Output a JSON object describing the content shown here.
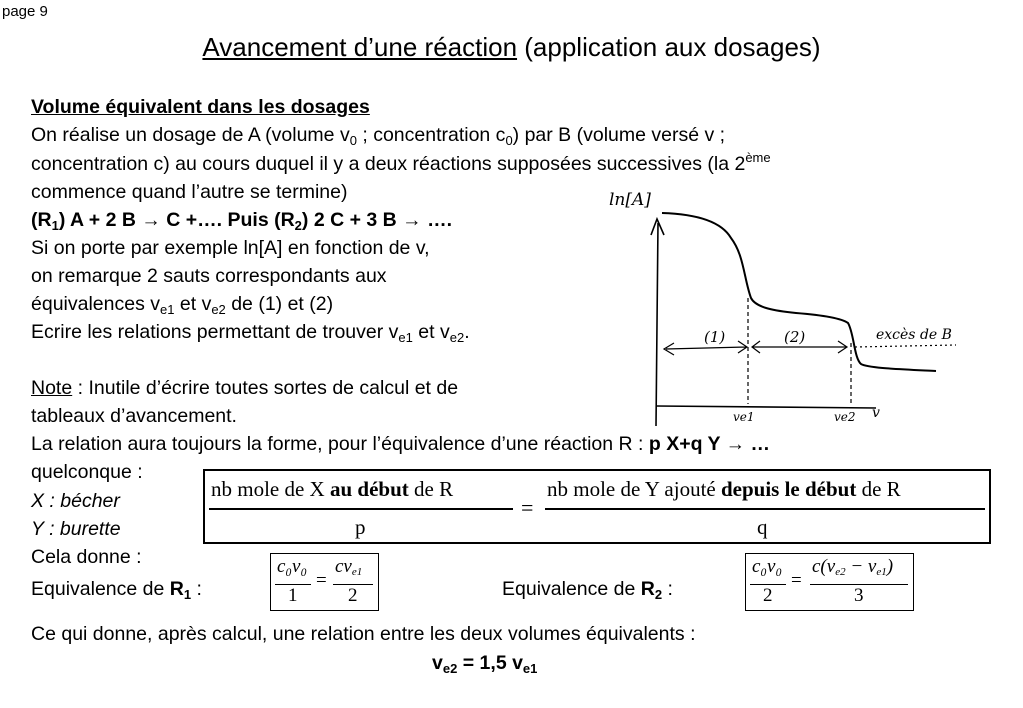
{
  "page_label": "page 9",
  "title": {
    "underlined": "Avancement d’une réaction",
    "rest": " (application aux dosages)"
  },
  "section_heading": "Volume équivalent dans les dosages",
  "intro": {
    "l1a": "On réalise un dosage de A (volume v",
    "l1s1": "0",
    "l1b": " ; concentration c",
    "l1s2": "0",
    "l1c": ") par B (volume versé v ;",
    "l2a": "concentration c) au cours duquel il y a deux réactions supposées successives (la 2",
    "l2sup": "ème",
    "l3": "commence quand l’autre se termine)"
  },
  "reactions": {
    "r1a": "(R",
    "r1s": "1",
    "r1b": ")  A + 2 B → C +….    Puis    (R",
    "r2s": "2",
    "r2b": ")   2 C + 3 B → …."
  },
  "body_lines": {
    "l5": "Si on porte par exemple ln[A] en fonction de v,",
    "l6": "on remarque 2 sauts correspondants aux",
    "l7a": "équivalences v",
    "l7s1": "e1",
    "l7b": " et v",
    "l7s2": "e2",
    "l7c": " de (1) et (2)",
    "l8a": "Ecrire les relations permettant de trouver  v",
    "l8s1": "e1",
    "l8b": " et v",
    "l8s2": "e2",
    "l8c": "."
  },
  "note": {
    "label": "Note",
    "l1": " : Inutile d’écrire toutes sortes de calcul et de",
    "l2": "tableaux d’avancement.",
    "l3a": "La relation aura toujours la forme, pour l’équivalence d’une réaction R : ",
    "l3b": "p X+q Y → …",
    "l4": "quelconque :",
    "x_line": "X : bécher",
    "y_line": "Y : burette",
    "cela": "Cela donne :"
  },
  "general_formula": {
    "left_a": "nb mole de X ",
    "left_b": "au début",
    "left_c": " de R",
    "eq": "=",
    "right_a": "nb mole de Y ajouté ",
    "right_b": "depuis le début",
    "right_c": " de R",
    "den_left": "p",
    "den_right": "q"
  },
  "equiv1": {
    "label_a": "Equivalence de ",
    "label_b": "R",
    "label_s": "1",
    "label_c": " :",
    "num_left": "c₀v₀",
    "num_right": "cv",
    "num_right_sub": "e1",
    "den_left": "1",
    "den_right": "2",
    "eq": "="
  },
  "equiv2": {
    "label_a": "Equivalence de ",
    "label_b": "R",
    "label_s": "2",
    "label_c": " :",
    "num_left": "c₀v₀",
    "num_right": "c(v",
    "num_right_sub1": "e2",
    "num_right_mid": " − v",
    "num_right_sub2": "e1",
    "num_right_end": ")",
    "den_left": "2",
    "den_right": "3",
    "eq": "="
  },
  "conclusion": {
    "l1": "Ce qui donne, après calcul, une relation entre les deux volumes équivalents :",
    "res_a": "v",
    "res_s1": "e2",
    "res_b": " = 1,5 v",
    "res_s2": "e1"
  },
  "graph_labels": {
    "y_axis": "ln[A]",
    "zone1": "(1)",
    "zone2": "(2)",
    "excess": "excès de B",
    "ve1": "ve1",
    "ve2": "ve2",
    "v_axis": "v"
  },
  "colors": {
    "text": "#000000",
    "background": "#ffffff"
  }
}
